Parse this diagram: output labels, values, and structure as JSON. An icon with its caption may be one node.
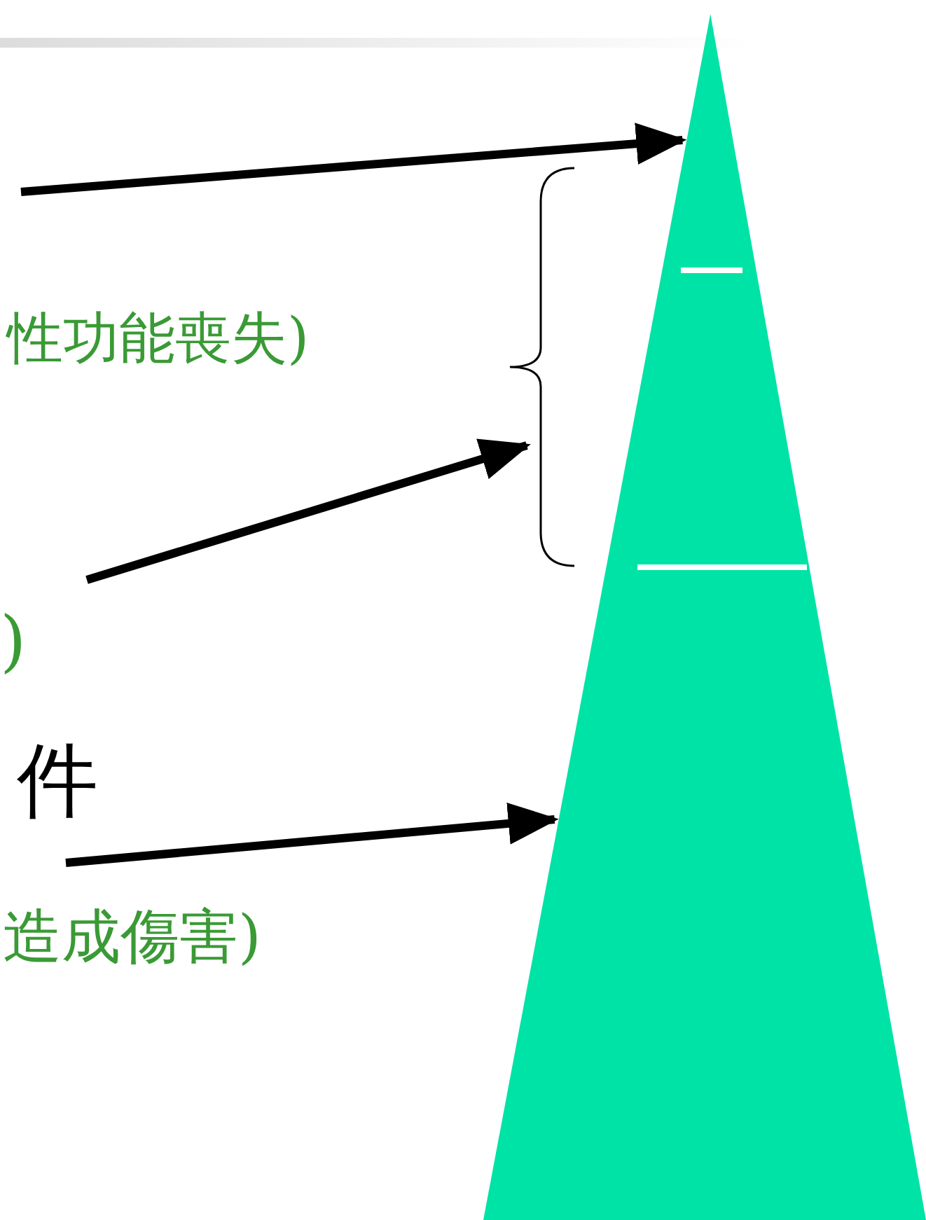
{
  "diagram": {
    "nodes": [
      {
        "text": [],
        "shape": "triangle"
      },
      {
        "text": [],
        "shape": "brace"
      }
    ],
    "edges": [
      {
        "from": null,
        "to": 0,
        "arrow": "to"
      },
      {
        "from": null,
        "to": 1,
        "arrow": "to"
      },
      {
        "from": null,
        "to": 0,
        "arrow": "to"
      }
    ],
    "labels": [
      "性功能喪失)",
      ")",
      "件",
      "造成傷害)"
    ]
  }
}
